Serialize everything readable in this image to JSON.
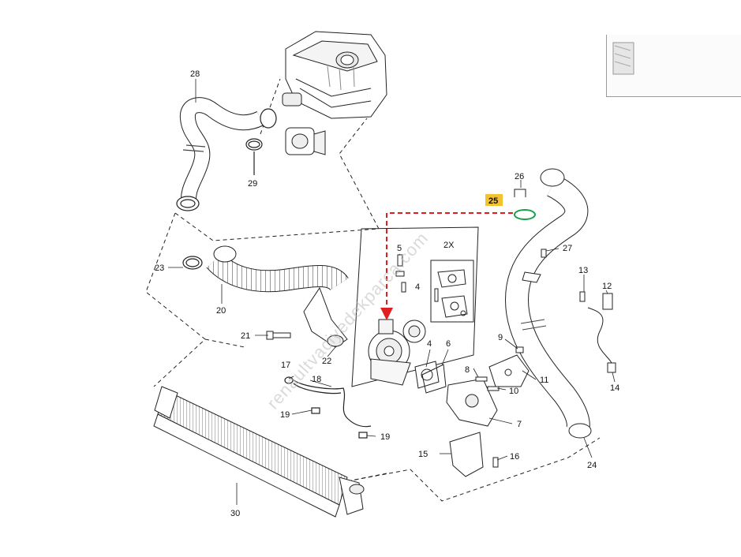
{
  "watermark": "renaultvaciyedekparca.com",
  "callouts": {
    "c2": "2X",
    "c4": "4",
    "c5": "5",
    "c6": "6",
    "c7": "7",
    "c8": "8",
    "c9": "9",
    "c10": "10",
    "c11": "11",
    "c12": "12",
    "c13": "13",
    "c14": "14",
    "c15": "15",
    "c16": "16",
    "c17": "17",
    "c18": "18",
    "c19a": "19",
    "c19b": "19",
    "c20": "20",
    "c21": "21",
    "c22": "22",
    "c23": "23",
    "c24": "24",
    "c25": "25",
    "c26": "26",
    "c27": "27",
    "c28": "28",
    "c29": "29",
    "c30": "30"
  },
  "highlight_color": "#f2c230",
  "arrow_color": "#e02020",
  "o_ring_color": "#1aa04a"
}
